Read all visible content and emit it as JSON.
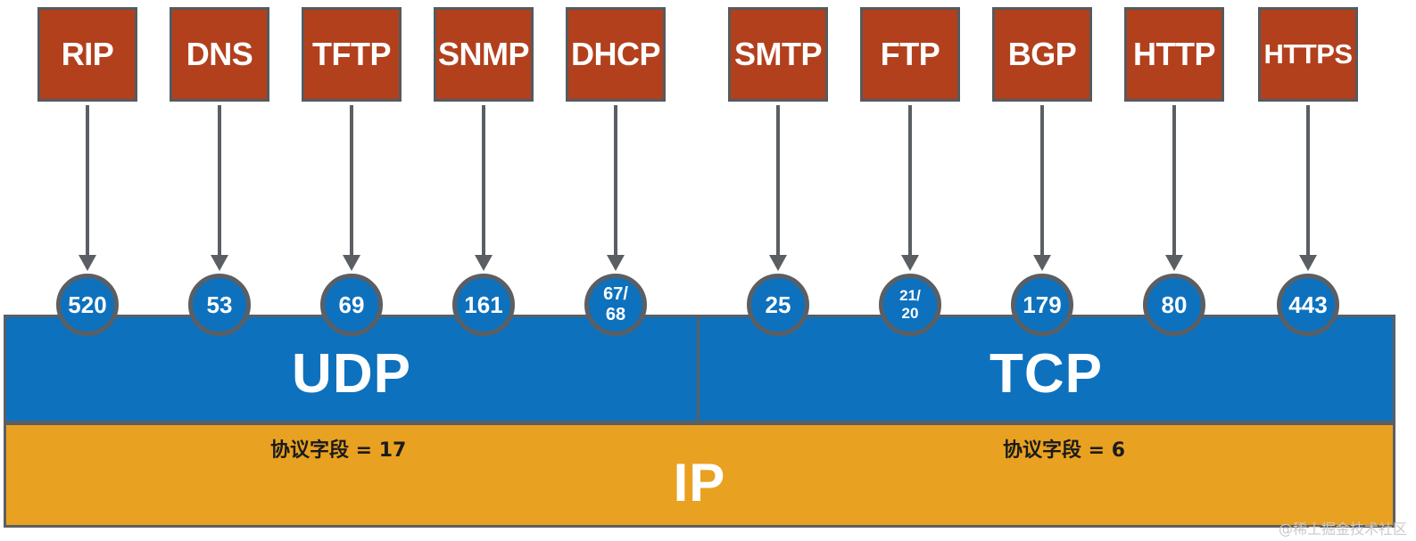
{
  "protocols": [
    {
      "name": "RIP",
      "port_line1": "520",
      "port_line2": "",
      "transport": "UDP"
    },
    {
      "name": "DNS",
      "port_line1": "53",
      "port_line2": "",
      "transport": "UDP"
    },
    {
      "name": "TFTP",
      "port_line1": "69",
      "port_line2": "",
      "transport": "UDP"
    },
    {
      "name": "SNMP",
      "port_line1": "161",
      "port_line2": "",
      "transport": "UDP"
    },
    {
      "name": "DHCP",
      "port_line1": "67/",
      "port_line2": "68",
      "transport": "UDP"
    },
    {
      "name": "SMTP",
      "port_line1": "25",
      "port_line2": "",
      "transport": "TCP"
    },
    {
      "name": "FTP",
      "port_line1": "21/",
      "port_line2": "20",
      "transport": "TCP"
    },
    {
      "name": "BGP",
      "port_line1": "179",
      "port_line2": "",
      "transport": "TCP"
    },
    {
      "name": "HTTP",
      "port_line1": "80",
      "port_line2": "",
      "transport": "TCP"
    },
    {
      "name": "HTTPS",
      "port_line1": "443",
      "port_line2": "",
      "transport": "TCP"
    }
  ],
  "layers": {
    "udp": {
      "label": "UDP",
      "protocol_field": "协议字段 = 17"
    },
    "tcp": {
      "label": "TCP",
      "protocol_field": "协议字段 = 6"
    },
    "ip": {
      "label": "IP"
    }
  },
  "watermark": "@稀土掘金技术社区",
  "colors": {
    "protocol_box": "#b2401d",
    "transport": "#0d71be",
    "ip": "#e9a121",
    "border": "#5b5f63"
  }
}
